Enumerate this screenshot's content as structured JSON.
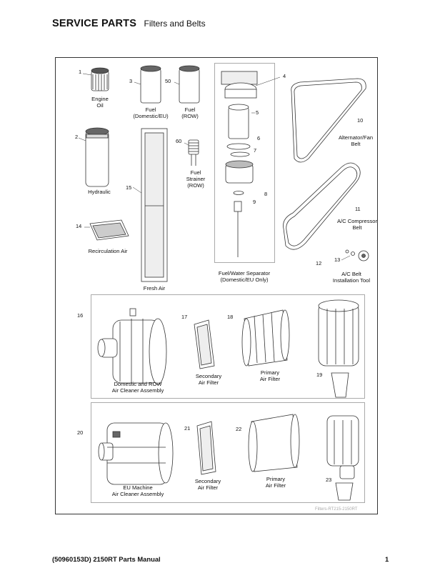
{
  "header": {
    "title": "SERVICE PARTS",
    "subtitle": "Filters and Belts"
  },
  "parts": {
    "engine_oil": {
      "num": "1",
      "label": "Engine\nOil"
    },
    "hydraulic": {
      "num": "2",
      "label": "Hydraulic"
    },
    "fuel_domestic": {
      "num": "3",
      "label": "Fuel\n(Domestic/EU)"
    },
    "separator_assembly": {
      "num": "4",
      "label": "Fuel/Water Separator\n(Domestic/EU Only)"
    },
    "separator_element": {
      "num": "5"
    },
    "separator_part6": {
      "num": "6"
    },
    "separator_part7": {
      "num": "7"
    },
    "separator_part8": {
      "num": "8"
    },
    "separator_part9": {
      "num": "9"
    },
    "alternator_belt": {
      "num": "10",
      "label": "Alternator/Fan\nBelt"
    },
    "ac_belt": {
      "num": "11",
      "label": "A/C Compressor\nBelt"
    },
    "belt_tool": {
      "num": "12",
      "label": "A/C Belt\nInstallation Tool"
    },
    "belt_tool_part": {
      "num": "13"
    },
    "recirc_air": {
      "num": "14",
      "label": "Recirculation Air"
    },
    "fresh_air": {
      "num": "15",
      "label": "Fresh Air"
    },
    "dom_air_assembly": {
      "num": "16",
      "label": "Domestic and ROW\nAir Cleaner Assembly"
    },
    "dom_secondary": {
      "num": "17",
      "label": "Secondary\nAir Filter"
    },
    "dom_primary": {
      "num": "18",
      "label": "Primary\nAir Filter"
    },
    "dom_valve": {
      "num": "19"
    },
    "eu_air_assembly": {
      "num": "20",
      "label": "EU Machine\nAir Cleaner Assembly"
    },
    "eu_secondary": {
      "num": "21",
      "label": "Secondary\nAir Filter"
    },
    "eu_primary": {
      "num": "22",
      "label": "Primary\nAir Filter"
    },
    "eu_valve": {
      "num": "23"
    },
    "fuel_row": {
      "num": "50",
      "label": "Fuel\n(ROW)"
    },
    "fuel_strainer": {
      "num": "60",
      "label": "Fuel\nStrainer\n(ROW)"
    }
  },
  "illustration_ref": "Filters-RT215-2150RT",
  "footer": {
    "manual": "(50960153D) 2150RT Parts Manual",
    "page": "1"
  }
}
